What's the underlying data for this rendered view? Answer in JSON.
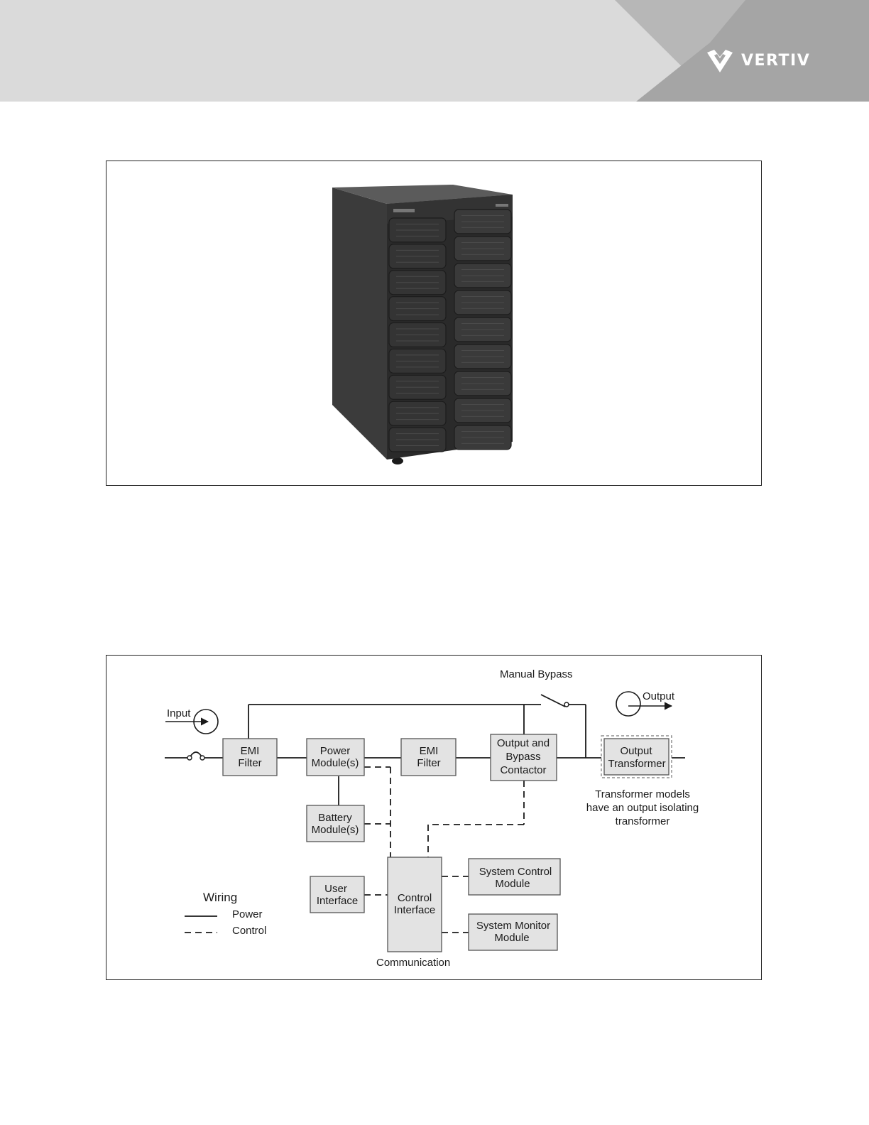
{
  "header": {
    "brand_name": "VERTIV",
    "colors": {
      "band_light": "#dadada",
      "band_mid": "#b7b7b7",
      "band_dark": "#a5a5a5",
      "logo": "#ffffff"
    },
    "logo_icon": "vertiv-v-shield-icon"
  },
  "figure_photo": {
    "subject": "ups-cabinet-icon"
  },
  "diagram": {
    "labels": {
      "input": "Input",
      "output": "Output",
      "manual_bypass": "Manual Bypass",
      "communication": "Communication",
      "transformer_note": [
        "Transformer models",
        "have an output isolating",
        "transformer"
      ]
    },
    "blocks": {
      "emi_filter_1": [
        "EMI",
        "Filter"
      ],
      "power_modules": [
        "Power",
        "Module(s)"
      ],
      "emi_filter_2": [
        "EMI",
        "Filter"
      ],
      "output_bypass_contactor": [
        "Output and",
        "Bypass",
        "Contactor"
      ],
      "output_transformer": [
        "Output",
        "Transformer"
      ],
      "battery_modules": [
        "Battery",
        "Module(s)"
      ],
      "user_interface": [
        "User",
        "Interface"
      ],
      "control_interface": [
        "Control",
        "Interface"
      ],
      "system_control_module": [
        "System Control",
        "Module"
      ],
      "system_monitor_module": [
        "System Monitor",
        "Module"
      ]
    },
    "legend": {
      "title": "Wiring",
      "power": "Power",
      "control": "Control"
    }
  }
}
